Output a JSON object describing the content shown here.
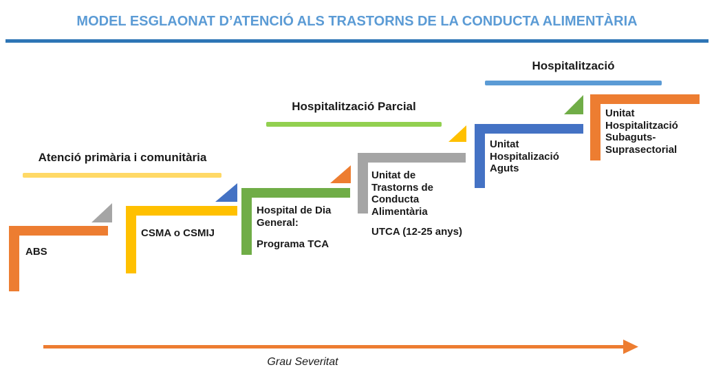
{
  "title": {
    "text": "MODEL ESGLAONAT D’ATENCIÓ ALS TRASTORNS DE LA CONDUCTA ALIMENTÀRIA",
    "text_color": "#5B9BD5",
    "underline_color": "#2E75B6"
  },
  "groups": [
    {
      "label": "Atenció primària i comunitària",
      "line_color": "#FFD966"
    },
    {
      "label": "Hospitalització Parcial",
      "line_color": "#92D050"
    },
    {
      "label": "Hospitalització",
      "line_color": "#5B9BD5"
    }
  ],
  "steps": [
    {
      "label": "ABS",
      "color": "#ED7D31"
    },
    {
      "label": "CSMA o CSMIJ",
      "color": "#FFC000"
    },
    {
      "label": "Hospital de Dia General:",
      "sublabel": "Programa TCA",
      "color": "#70AD47"
    },
    {
      "label": "Unitat de Trastorns de Conducta Alimentària",
      "sublabel": "UTCA (12-25 anys)",
      "color": "#A5A5A5"
    },
    {
      "label": "Unitat Hospitalizació Aguts",
      "color": "#4472C4"
    },
    {
      "label": "Unitat Hospitalització Subaguts-Suprasectorial",
      "color": "#ED7D31"
    }
  ],
  "triangles": [
    {
      "color": "#A5A5A5"
    },
    {
      "color": "#4472C4"
    },
    {
      "color": "#ED7D31"
    },
    {
      "color": "#FFC000"
    },
    {
      "color": "#70AD47"
    }
  ],
  "axis": {
    "label": "Grau Severitat",
    "arrow_color": "#ED7D31"
  }
}
